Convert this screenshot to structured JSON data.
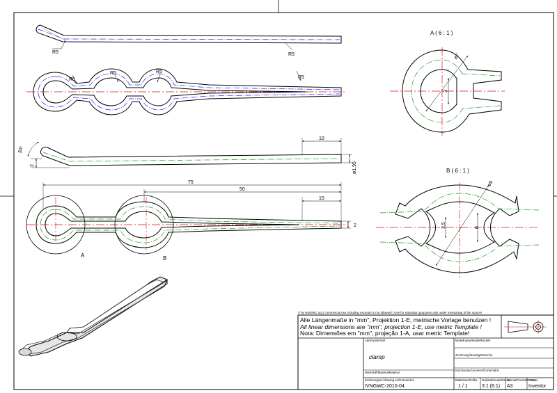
{
  "sections": {
    "a_title": "A ( 6 : 1 )",
    "b_title": "B ( 6 : 1 )",
    "a_dims": {
      "dia": "ø7",
      "h": "3"
    },
    "b_dims": {
      "dia": "ø9",
      "w1": "3,5",
      "w2": "6"
    }
  },
  "radii": {
    "top": [
      "R5",
      "R5"
    ],
    "mid": [
      "R5",
      "R5",
      "R5",
      "R5"
    ]
  },
  "side_dims": {
    "len_end": "10",
    "angle": "30°",
    "height": "2",
    "wire_dia": "ø1,95"
  },
  "plan_dims": {
    "total": "75",
    "len_50": "50",
    "len_10": "10",
    "width_end": "2",
    "detail_a": "A",
    "detail_b": "B"
  },
  "title_block": {
    "copyright": "© by NNGWC.org | commercial use including excerpts is not allowed! | Use for education purposes only under mentioning of the source!",
    "note_de": "Alle Längenmaße in \"mm\", Projektion 1-E, metrische Vorlage benutzen !",
    "note_en": "All linear dimensions are \"mm\", projection 1-E, use metric Template !",
    "note_pt": "Nota: Dimensões em \"mm\", projeção 1-A, usar metric Template!",
    "label_title": "Abril/Aprril/Abril",
    "title_value": "clamp",
    "label_material": "Werkstoff/Material/Material",
    "label_zeichnr": "Zeichnungsnr./drawing no/N Desenho:",
    "drawing_no": "IVNGWC-2010-04",
    "label_modell": "Modellname/Model/Modelo",
    "label_zeichnung": "Zeichnung/drawing/Desenho",
    "label_kommentar": "Kommentar/comment/Comentário",
    "label_blatt": "Blatt/sheet/Folha",
    "sheet": "1 / 1",
    "label_scale": "Maßstab/scale/Escala",
    "scale": "3:1 (6:1)",
    "label_format": "Format/Format/Formato",
    "format": "A3",
    "label_cad": "CAD",
    "cad": "Inventor"
  }
}
